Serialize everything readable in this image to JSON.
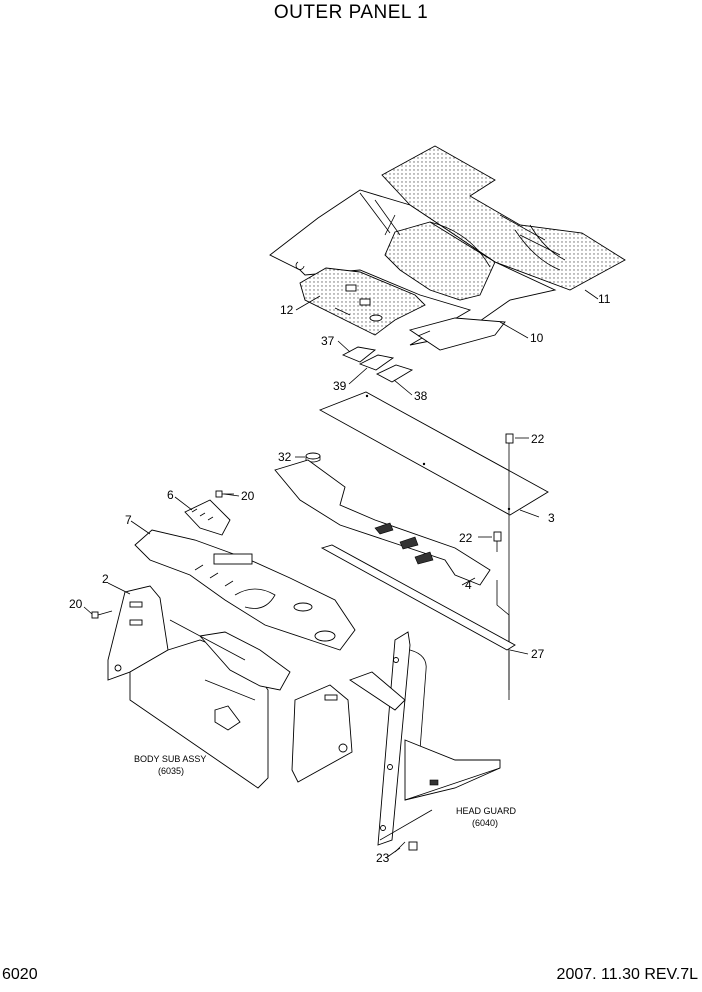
{
  "title": "OUTER PANEL 1",
  "page_number": "6020",
  "revision": "2007. 11.30  REV.7L",
  "callouts": {
    "p2": "2",
    "p3": "3",
    "p4": "4",
    "p6": "6",
    "p7": "7",
    "p10": "10",
    "p11": "11",
    "p12": "12",
    "p20a": "20",
    "p20b": "20",
    "p22a": "22",
    "p22b": "22",
    "p23": "23",
    "p27": "27",
    "p32": "32",
    "p37": "37",
    "p38": "38",
    "p39": "39"
  },
  "references": {
    "body_name": "BODY SUB ASSY",
    "body_code": "(6035)",
    "guard_name": "HEAD GUARD",
    "guard_code": "(6040)"
  }
}
